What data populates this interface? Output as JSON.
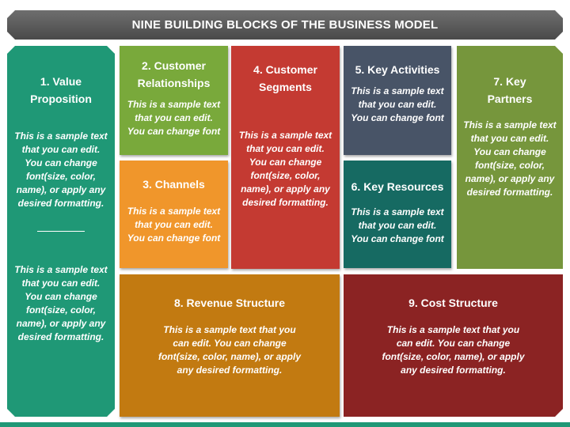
{
  "title": "NINE BUILDING BLOCKS OF THE BUSINESS MODEL",
  "blocks": {
    "value_proposition": {
      "heading": "1. Value Proposition",
      "text1": "This is a sample text that you can edit. You can change font(size, color, name), or apply any desired formatting.",
      "text2": "This is a sample text that you can edit. You can change font(size, color, name), or apply any desired formatting.",
      "color": "#1f9876"
    },
    "customer_relationships": {
      "heading": "2. Customer Relationships",
      "text": "This is a sample text that you can edit. You can change font",
      "color": "#79a93b"
    },
    "channels": {
      "heading": "3. Channels",
      "text": "This is a sample text that you can edit. You can change font",
      "color": "#f0962b"
    },
    "customer_segments": {
      "heading": "4. Customer Segments",
      "text": "This is a sample text that you can edit. You can change font(size, color, name), or apply any desired formatting.",
      "color": "#c43a32"
    },
    "key_activities": {
      "heading": "5. Key Activities",
      "text": "This is a sample text that you can edit. You can change font",
      "color": "#485467"
    },
    "key_resources": {
      "heading": "6. Key Resources",
      "text": "This is a sample text that you can edit. You can change font",
      "color": "#166a62"
    },
    "key_partners": {
      "heading": "7. Key Partners",
      "text": "This is a sample text that you can edit. You can change font(size, color, name), or apply any desired formatting.",
      "color": "#76963c"
    },
    "revenue_structure": {
      "heading": "8. Revenue Structure",
      "text": "This is a sample text that you can edit. You can change font(size, color, name), or apply any desired formatting.",
      "color": "#c27a11"
    },
    "cost_structure": {
      "heading": "9. Cost Structure",
      "text": "This is a sample text that you can edit. You can change font(size, color, name), or apply any desired formatting.",
      "color": "#8b2323"
    }
  }
}
